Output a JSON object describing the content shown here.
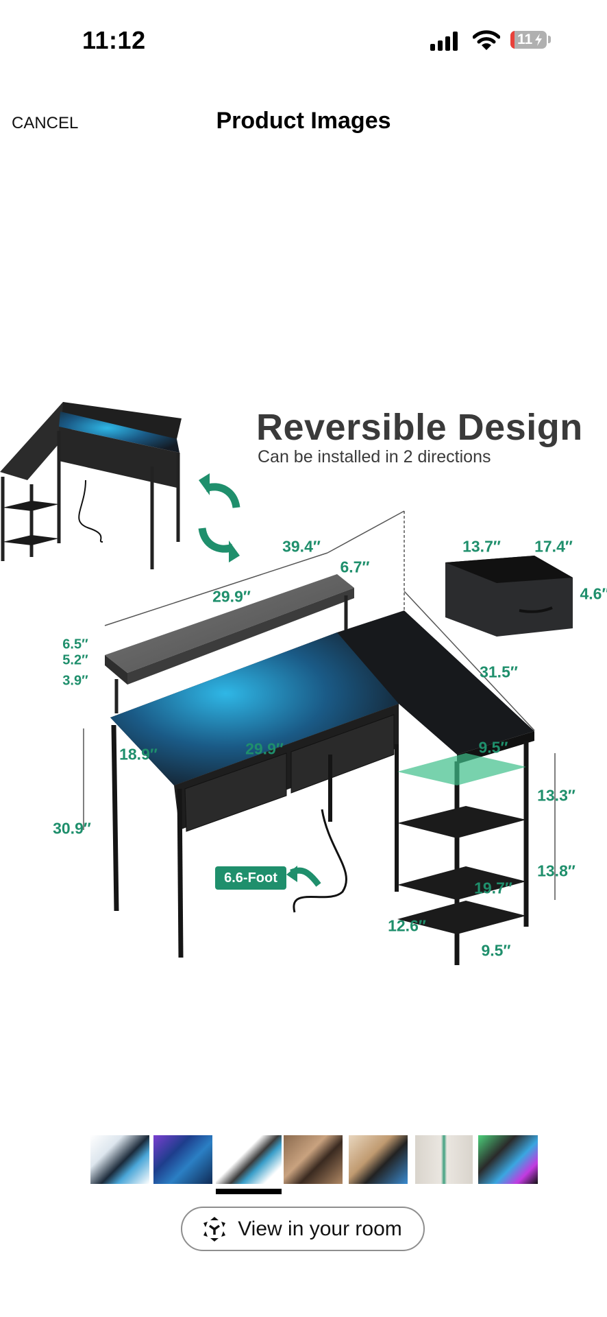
{
  "status_bar": {
    "time": "11:12",
    "battery_level": "11",
    "icons": [
      "cellular-signal-icon",
      "wifi-icon",
      "battery-charging-icon"
    ]
  },
  "header": {
    "cancel_label": "CANCEL",
    "title": "Product Images"
  },
  "product_image": {
    "headline": "Reversible Design",
    "subheadline": "Can be installed in 2 directions",
    "dimensions": {
      "overall_width": "39.4″",
      "hutch_depth": "6.7″",
      "hutch_width": "29.9″",
      "hutch_height_1": "6.5″",
      "hutch_height_2": "5.2″",
      "hutch_height_3": "3.9″",
      "return_length": "31.5″",
      "drawer_width": "13.7″",
      "drawer_depth": "17.4″",
      "drawer_height": "4.6″",
      "desk_depth": "18.9″",
      "desk_width": "29.9″",
      "return_width": "9.5″",
      "desk_height": "30.9″",
      "shelf_gap_1": "13.3″",
      "shelf_gap_2": "13.8″",
      "shelf_height": "19.7″",
      "shelf_depth": "12.6″",
      "shelf_width": "9.5″"
    },
    "cord_badge": "6.6-Foot",
    "accent_color": "#1f8f6c"
  },
  "thumbnails": {
    "selected_index": 2,
    "items": [
      {
        "label": "thumbnail-1"
      },
      {
        "label": "thumbnail-2"
      },
      {
        "label": "thumbnail-3"
      },
      {
        "label": "thumbnail-4"
      },
      {
        "label": "thumbnail-5"
      },
      {
        "label": "thumbnail-6"
      },
      {
        "label": "thumbnail-7"
      }
    ]
  },
  "ar_button": {
    "label": "View in your room",
    "icon": "ar-cube-icon"
  }
}
